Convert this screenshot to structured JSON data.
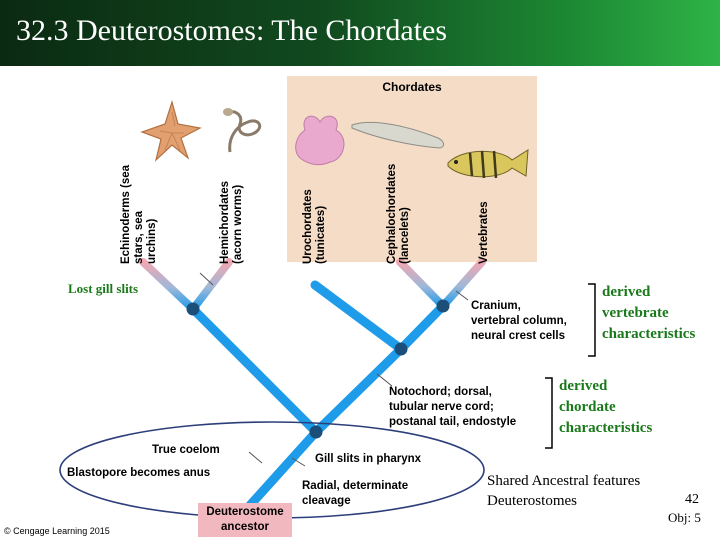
{
  "header": {
    "title": "32.3  Deuterostomes: The Chordates"
  },
  "group_label": "Chordates",
  "taxa": [
    {
      "name": "Echinoderms (sea stars, sea urchins)",
      "lines": [
        "Echinoderms (sea",
        "stars, sea",
        "urchins)"
      ]
    },
    {
      "name": "Hemichordates (acorn worms)",
      "lines": [
        "Hemichordates",
        "(acorn worms)"
      ]
    },
    {
      "name": "Urochordates (tunicates)",
      "lines": [
        "Urochordates",
        "(tunicates)"
      ]
    },
    {
      "name": "Cephalochordates (lancelets)",
      "lines": [
        "Cephalochordates",
        "(lancelets)"
      ]
    },
    {
      "name": "Vertebrates",
      "lines": [
        "Vertebrates"
      ]
    }
  ],
  "annotations": {
    "lost_gill_slits": "Lost gill slits",
    "cranium": [
      "Cranium,",
      "vertebral column,",
      "neural crest cells"
    ],
    "notochord": [
      "Notochord; dorsal,",
      "tubular nerve cord;",
      "postanal tail, endostyle"
    ],
    "true_coelom": "True coelom",
    "blastopore": "Blastopore becomes anus",
    "gill_slits_pharynx": "Gill slits in pharynx",
    "radial": [
      "Radial, determinate",
      "cleavage"
    ],
    "ancestor": [
      "Deuterostome",
      "ancestor"
    ]
  },
  "brackets": {
    "vertebrate": [
      "derived",
      "vertebrate",
      "characteristics"
    ],
    "chordate": [
      "derived",
      "chordate",
      "characteristics"
    ]
  },
  "shared": [
    "Shared Ancestral features",
    "Deuterostomes"
  ],
  "slide_number": "42",
  "objective": "Obj: 5",
  "copyright": "© Cengage Learning 2015",
  "colors": {
    "branch": "#1e9be9",
    "node": "#1b4f7a",
    "green_text": "#1a7a1a",
    "ellipse": "#2c3e7a"
  }
}
